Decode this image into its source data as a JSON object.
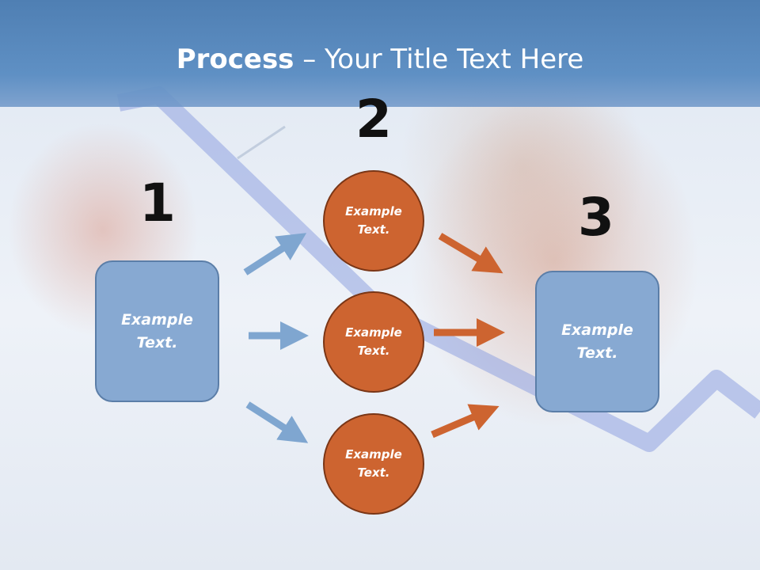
{
  "title": {
    "bold": "Process",
    "rest": " – Your Title Text Here"
  },
  "steps": [
    {
      "number": "1",
      "label": "Example Text."
    },
    {
      "number": "2",
      "circles": [
        "Example Text.",
        "Example Text.",
        "Example Text."
      ]
    },
    {
      "number": "3",
      "label": "Example Text."
    }
  ],
  "colors": {
    "header": "#5a8bc0",
    "box_fill": "#87a9d2",
    "circle_fill": "#cd6430",
    "blue_arrow": "#7fa6d0",
    "orange_arrow": "#cd6430"
  }
}
